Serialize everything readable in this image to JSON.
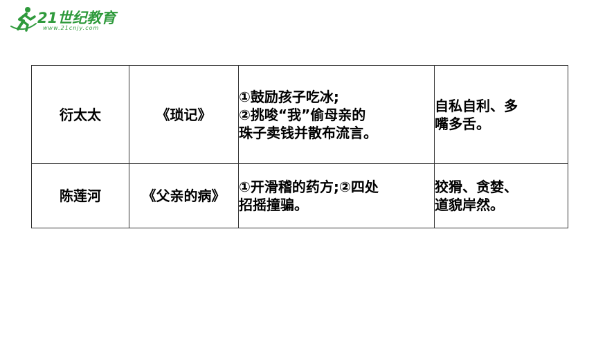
{
  "logo": {
    "brand": "21世纪教育",
    "url": "www.21cnjy.com",
    "brand_color": "#2f9a3c",
    "icon": "runner-icon"
  },
  "table": {
    "rows": [
      {
        "name": "衍太太",
        "work": "《琐记》",
        "deeds": [
          "①鼓励孩子吃冰;",
          "②挑唆“我”偷母亲的",
          "珠子卖钱并散布流言。"
        ],
        "traits": [
          "自私自利、多",
          "嘴多舌。"
        ]
      },
      {
        "name": "陈莲河",
        "work": "《父亲的病》",
        "deeds": [
          "①开滑稽的药方;②四处",
          "招摇撞骗。"
        ],
        "traits": [
          "狡猾、贪婪、",
          "道貌岸然。"
        ]
      }
    ]
  }
}
